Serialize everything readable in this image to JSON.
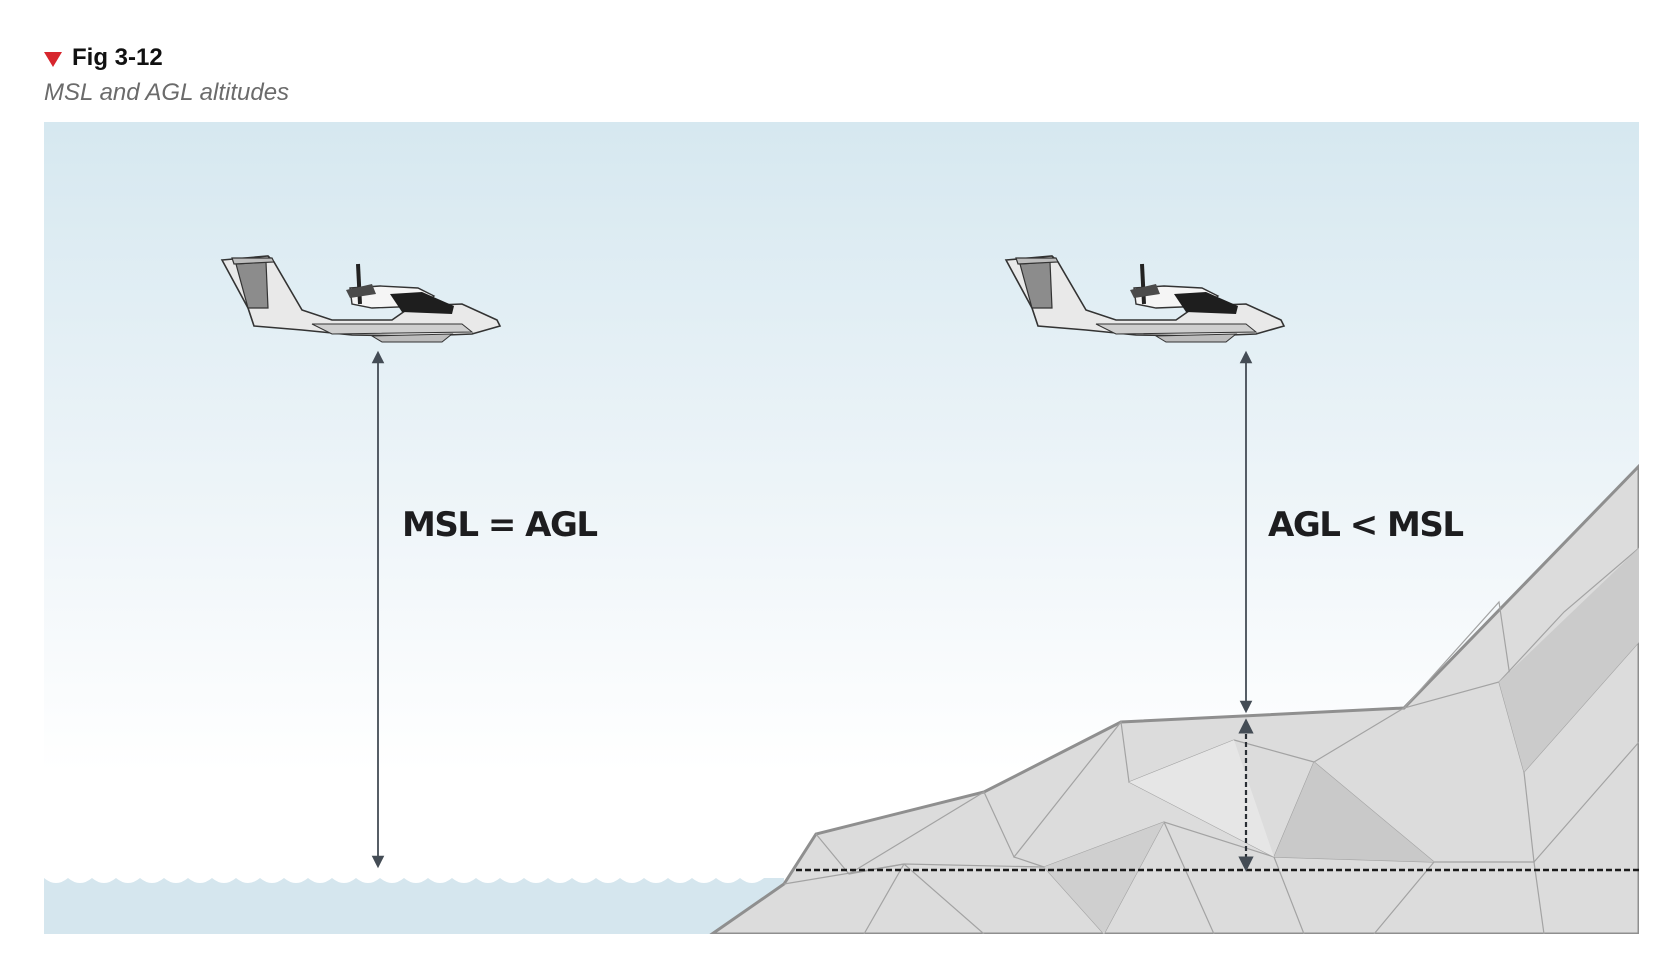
{
  "figure": {
    "number": "Fig 3-12",
    "caption": "MSL and AGL altitudes",
    "marker_icon": "triangle-down-icon",
    "marker_color": "#d7262d"
  },
  "diagram": {
    "left_label": "MSL = AGL",
    "right_label": "AGL < MSL",
    "sky_color_top": "#d6e8f0",
    "water_color": "#d5e6ee",
    "terrain_color": "#dcdcdc"
  }
}
